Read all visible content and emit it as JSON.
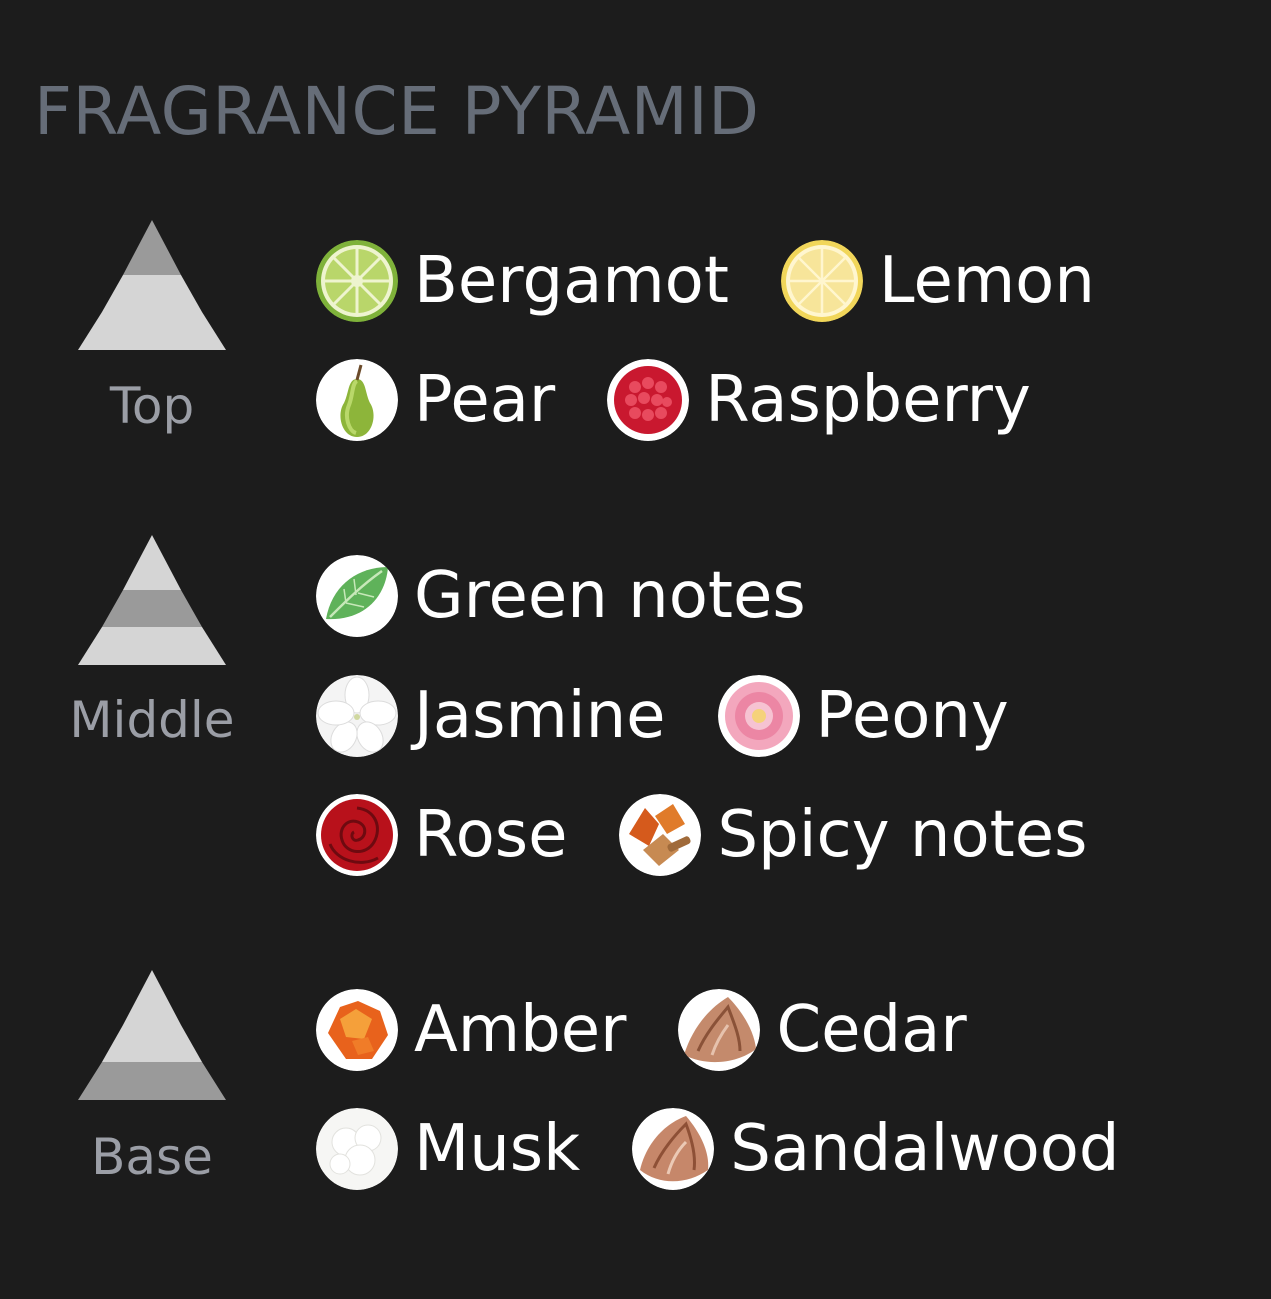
{
  "title": "FRAGRANCE PYRAMID",
  "tiers": [
    {
      "label": "Top",
      "highlight_band": "top",
      "rows": [
        [
          {
            "name": "Bergamot",
            "icon": "bergamot-icon"
          },
          {
            "name": "Lemon",
            "icon": "lemon-icon"
          }
        ],
        [
          {
            "name": "Pear",
            "icon": "pear-icon"
          },
          {
            "name": "Raspberry",
            "icon": "raspberry-icon"
          }
        ]
      ]
    },
    {
      "label": "Middle",
      "highlight_band": "middle",
      "rows": [
        [
          {
            "name": "Green notes",
            "icon": "green-leaf-icon"
          }
        ],
        [
          {
            "name": "Jasmine",
            "icon": "jasmine-icon"
          },
          {
            "name": "Peony",
            "icon": "peony-icon"
          }
        ],
        [
          {
            "name": "Rose",
            "icon": "rose-icon"
          },
          {
            "name": "Spicy notes",
            "icon": "spices-icon"
          }
        ]
      ]
    },
    {
      "label": "Base",
      "highlight_band": "base",
      "rows": [
        [
          {
            "name": "Amber",
            "icon": "amber-icon"
          },
          {
            "name": "Cedar",
            "icon": "cedar-wood-icon"
          }
        ],
        [
          {
            "name": "Musk",
            "icon": "musk-icon"
          },
          {
            "name": "Sandalwood",
            "icon": "sandalwood-icon"
          }
        ]
      ]
    }
  ],
  "colors": {
    "background": "#1c1c1c",
    "title": "#666d78",
    "tier_label": "#9b9ea6",
    "note_text": "#ffffff",
    "pyramid_light": "#d5d5d5",
    "pyramid_highlight": "#9a9a9a"
  }
}
